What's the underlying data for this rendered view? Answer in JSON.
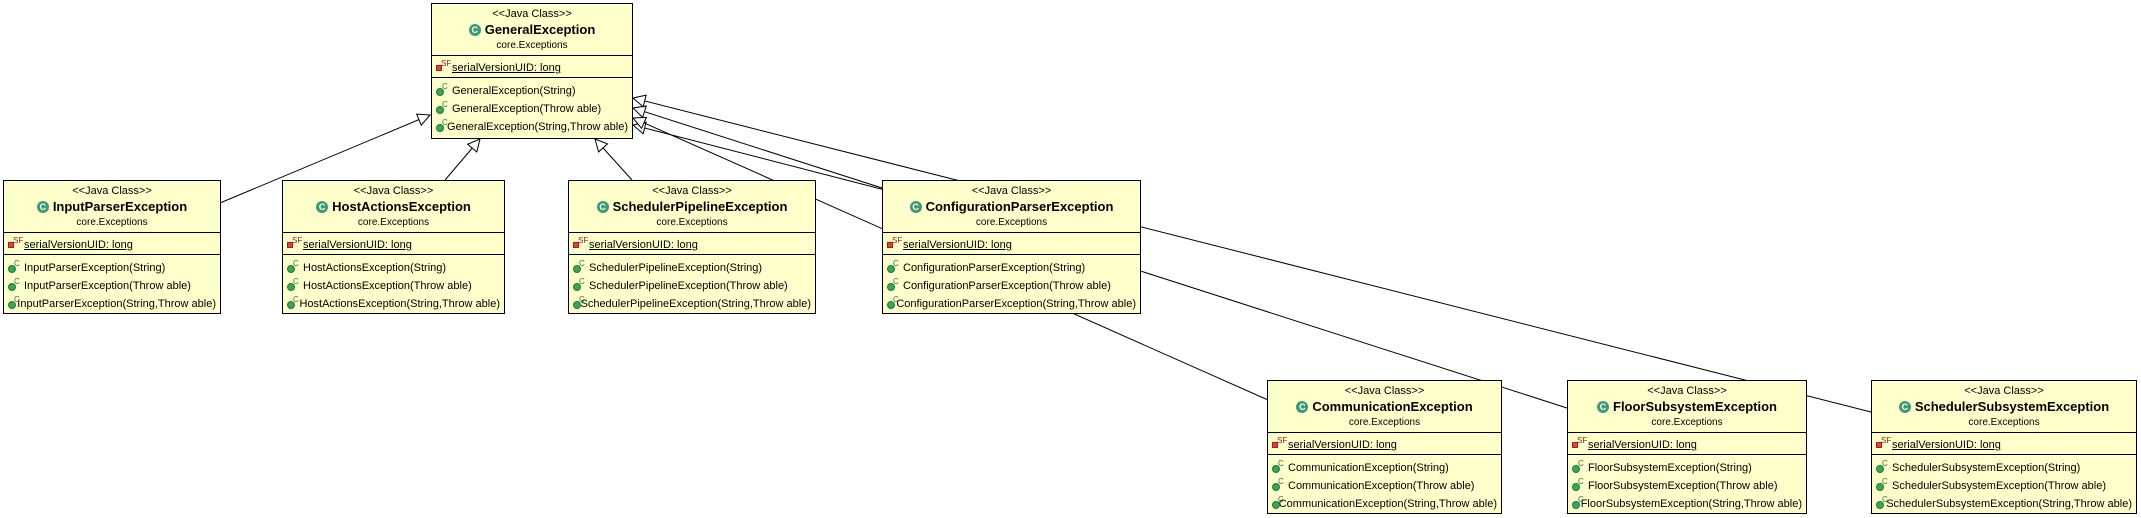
{
  "diagram": {
    "stereotype": "<<Java Class>>",
    "package": "core.Exceptions",
    "field_label": "serialVersionUID: long",
    "classes": {
      "general": {
        "name": "GeneralException",
        "methods": [
          "GeneralException(String)",
          "GeneralException(Throw able)",
          "GeneralException(String,Throw able)"
        ]
      },
      "input_parser": {
        "name": "InputParserException",
        "methods": [
          "InputParserException(String)",
          "InputParserException(Throw able)",
          "InputParserException(String,Throw able)"
        ]
      },
      "host_actions": {
        "name": "HostActionsException",
        "methods": [
          "HostActionsException(String)",
          "HostActionsException(Throw able)",
          "HostActionsException(String,Throw able)"
        ]
      },
      "scheduler_pipeline": {
        "name": "SchedulerPipelineException",
        "methods": [
          "SchedulerPipelineException(String)",
          "SchedulerPipelineException(Throw able)",
          "SchedulerPipelineException(String,Throw able)"
        ]
      },
      "configuration_parser": {
        "name": "ConfigurationParserException",
        "methods": [
          "ConfigurationParserException(String)",
          "ConfigurationParserException(Throw able)",
          "ConfigurationParserException(String,Throw able)"
        ]
      },
      "communication": {
        "name": "CommunicationException",
        "methods": [
          "CommunicationException(String)",
          "CommunicationException(Throw able)",
          "CommunicationException(String,Throw able)"
        ]
      },
      "floor_subsystem": {
        "name": "FloorSubsystemException",
        "methods": [
          "FloorSubsystemException(String)",
          "FloorSubsystemException(Throw able)",
          "FloorSubsystemException(String,Throw able)"
        ]
      },
      "scheduler_subsystem": {
        "name": "SchedulerSubsystemException",
        "methods": [
          "SchedulerSubsystemException(String)",
          "SchedulerSubsystemException(Throw able)",
          "SchedulerSubsystemException(String,Throw able)"
        ]
      }
    },
    "colors": {
      "class_fill": "#ffffcc",
      "border": "#000000",
      "class_icon": "#3d9a73",
      "field_icon": "#e04040",
      "method_icon": "#3aa55a"
    }
  }
}
